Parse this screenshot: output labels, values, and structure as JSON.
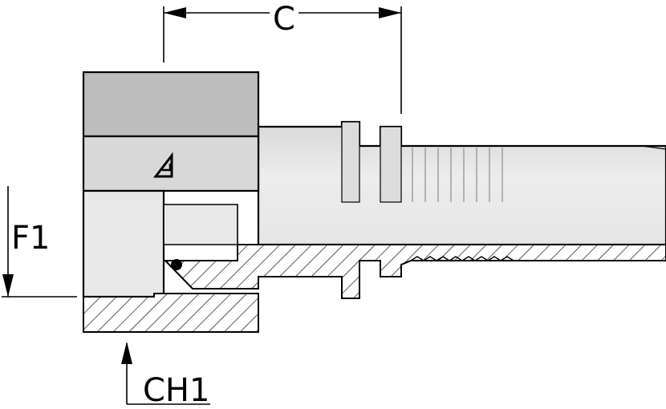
{
  "labels": {
    "dim_c": "C",
    "dim_f1": "F1",
    "dim_ch1": "CH1"
  },
  "colors": {
    "body_light": "#e2e2e2",
    "body_mid": "#cfcfcf",
    "body_dark": "#bdbdbd",
    "hatch": "#000000",
    "line": "#000000"
  },
  "icons": {
    "logo": "brand-logo-icon"
  }
}
